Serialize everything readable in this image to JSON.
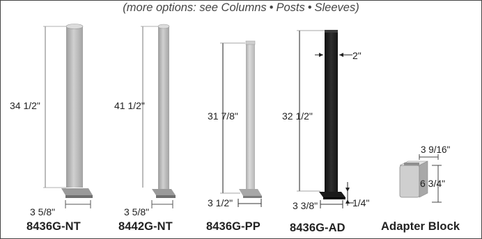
{
  "header": {
    "prefix": "(more options: see",
    "links": [
      "Columns",
      "Posts",
      "Sleeves"
    ],
    "separator": "•",
    "suffix": ")"
  },
  "products": [
    {
      "sku": "8436G-NT",
      "height": "34 1/2\"",
      "base": "3 5/8\""
    },
    {
      "sku": "8442G-NT",
      "height": "41 1/2\"",
      "base": "3 5/8\""
    },
    {
      "sku": "8436G-PP",
      "height": "31 7/8\"",
      "base": "3 1/2\""
    },
    {
      "sku": "8436G-AD",
      "height": "32 1/2\"",
      "base": "3 3/8\"",
      "width": "2\"",
      "plate": "1/4\""
    },
    {
      "sku": "Adapter Block",
      "top": "3 9/16\"",
      "height": "6 3/4\""
    }
  ],
  "colors": {
    "grey_post": "#bdbdbd",
    "black_post": "#1e1e1e",
    "frame": "#444444"
  }
}
